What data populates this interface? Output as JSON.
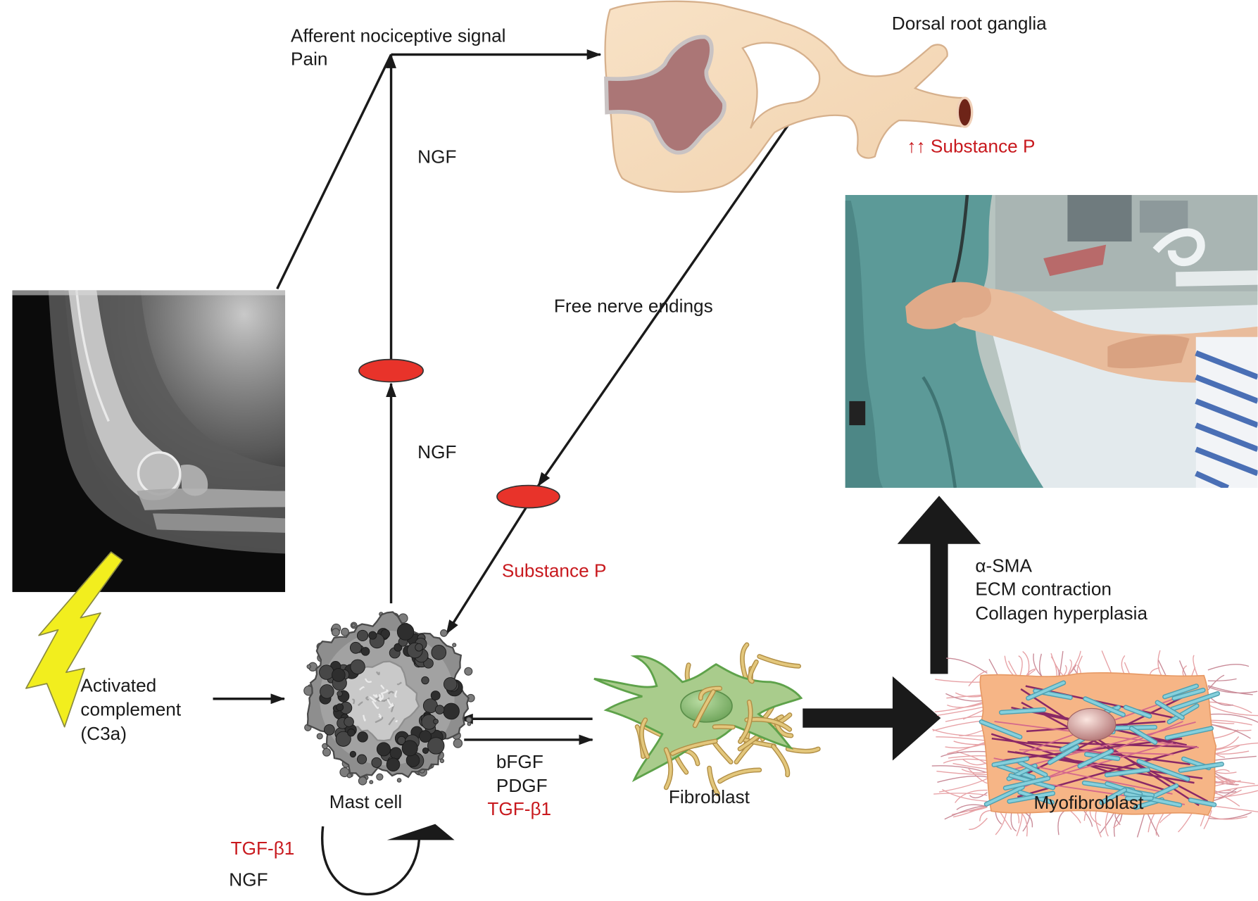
{
  "diagram": {
    "pain_pathway": {
      "signal": "Afferent nociceptive signal",
      "pain": "Pain"
    },
    "dorsal_root_ganglia": "Dorsal root ganglia",
    "substance_p_increase": "↑↑ Substance P",
    "ngf_upper": "NGF",
    "ngf_lower": "NGF",
    "free_nerve_endings": "Free nerve endings",
    "substance_p": "Substance P",
    "activated_complement": [
      "Activated",
      "complement",
      "(C3a)"
    ],
    "mast_cell": "Mast cell",
    "mast_cell_autocrine": [
      "TGF-β1",
      "NGF"
    ],
    "mediators_to_fibroblast": [
      "bFGF",
      "PDGF",
      "TGF-β1"
    ],
    "fibroblast": "Fibroblast",
    "myofibroblast": "Myofibroblast",
    "myofibroblast_effects": [
      "α-SMA",
      "ECM contraction",
      "Collagen hyperplasia"
    ]
  },
  "colors": {
    "label_red": "#c8191e",
    "receptor_red": "#e8332a",
    "lightning_yellow": "#f2ee1e",
    "fibroblast_green": "#a9cc8c",
    "myofibroblast_orange": "#f6b586"
  }
}
